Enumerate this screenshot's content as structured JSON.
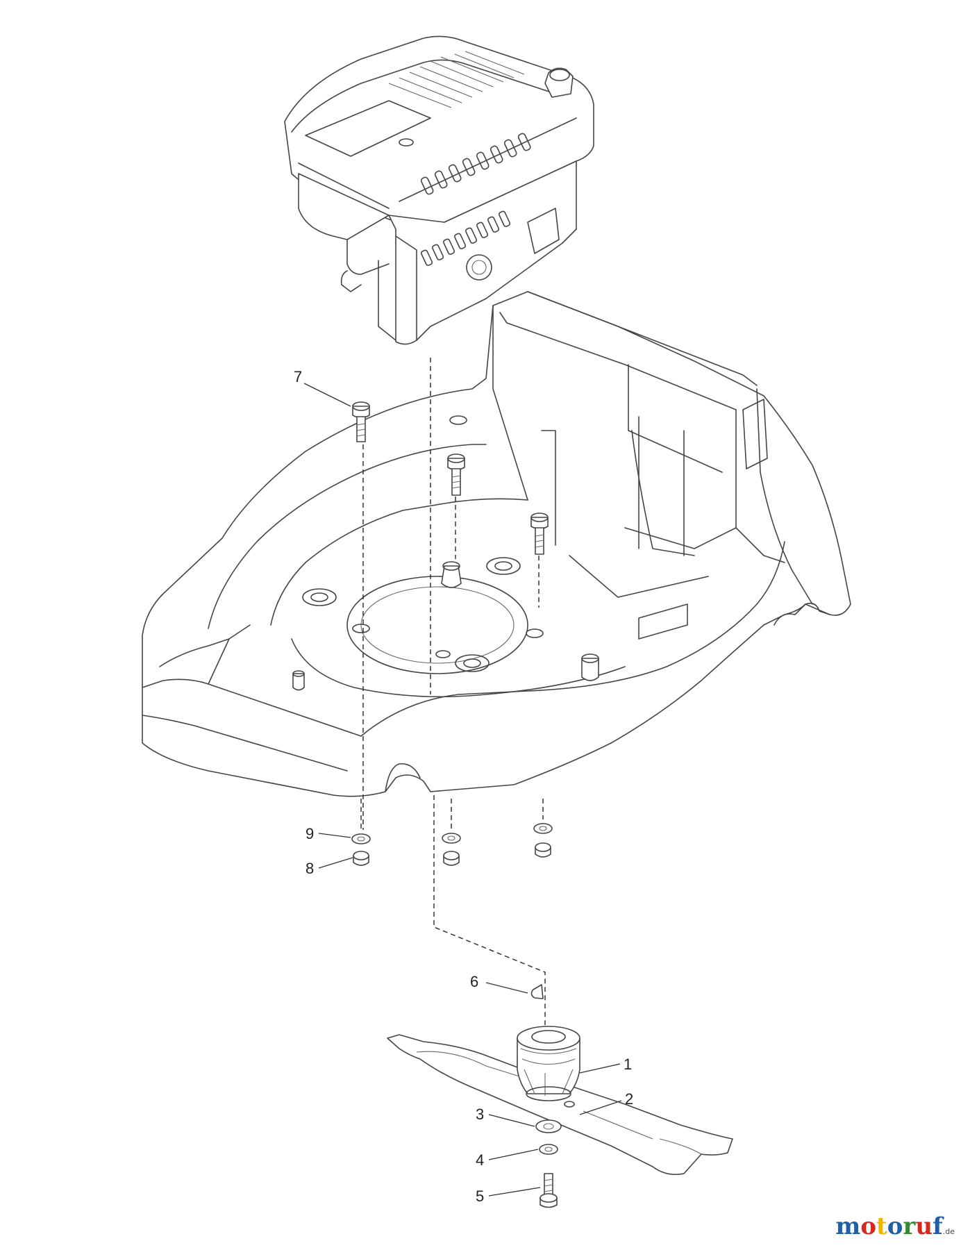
{
  "part_labels": [
    {
      "id": "1",
      "text": "1"
    },
    {
      "id": "2",
      "text": "2"
    },
    {
      "id": "3",
      "text": "3"
    },
    {
      "id": "4",
      "text": "4"
    },
    {
      "id": "5",
      "text": "5"
    },
    {
      "id": "6",
      "text": "6"
    },
    {
      "id": "7",
      "text": "7"
    },
    {
      "id": "8",
      "text": "8"
    },
    {
      "id": "9",
      "text": "9"
    }
  ],
  "watermark": {
    "main": "motoruf",
    "suffix": ".de",
    "colors": [
      "#1f5fa8",
      "#d7281e",
      "#f2b400",
      "#1f5fa8",
      "#2e8b2e",
      "#d7281e",
      "#1f5fa8"
    ]
  },
  "colors": {
    "line": "#444444",
    "background": "#ffffff"
  }
}
